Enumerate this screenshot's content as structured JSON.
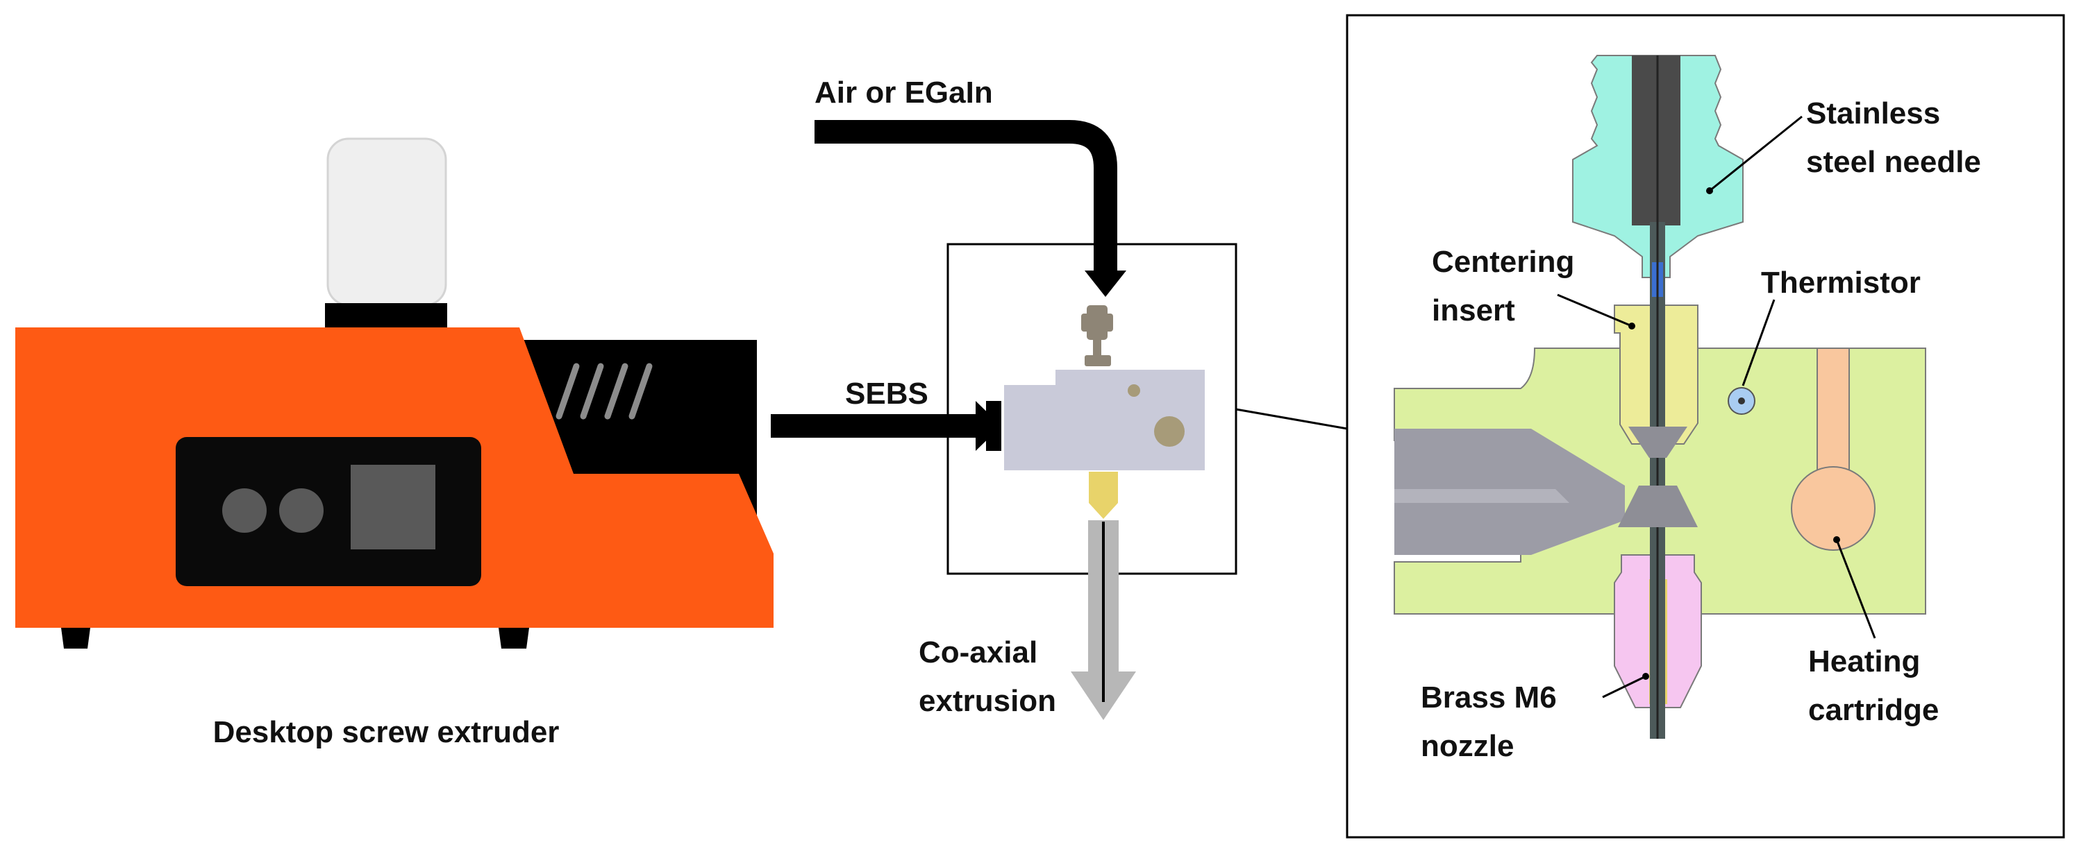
{
  "labels": {
    "air_or_egain": "Air or EGaIn",
    "sebs": "SEBS",
    "coaxial_line1": "Co-axial",
    "coaxial_line2": "extrusion",
    "desktop_screw_extruder": "Desktop screw extruder",
    "stainless_line1": "Stainless",
    "stainless_line2": "steel needle",
    "centering_line1": "Centering",
    "centering_line2": "insert",
    "thermistor": "Thermistor",
    "brass_line1": "Brass M6",
    "brass_line2": "nozzle",
    "heating_line1": "Heating",
    "heating_line2": "cartridge"
  },
  "colors": {
    "extruder_body": "#FE5A14",
    "extruder_dark": "#000000",
    "hopper": "#EFEFEF",
    "display_panel": "#0A0A0A",
    "knob": "#595959",
    "hotend_block": "#C9CAD9",
    "nozzle_gold": "#E8D36A",
    "arrow_black": "#000000",
    "output_gray": "#B7B7B7",
    "heater_block": "#DCF0A0",
    "needle_fitting": "#9FF2E2",
    "needle_core": "#4A4A4A",
    "centering_insert": "#EDEC99",
    "brass_nozzle": "#F6C6F0",
    "heating_cartridge": "#F9C79E",
    "thermistor": "#A9CDF2",
    "needle_tip_blue": "#3B6FD0"
  }
}
